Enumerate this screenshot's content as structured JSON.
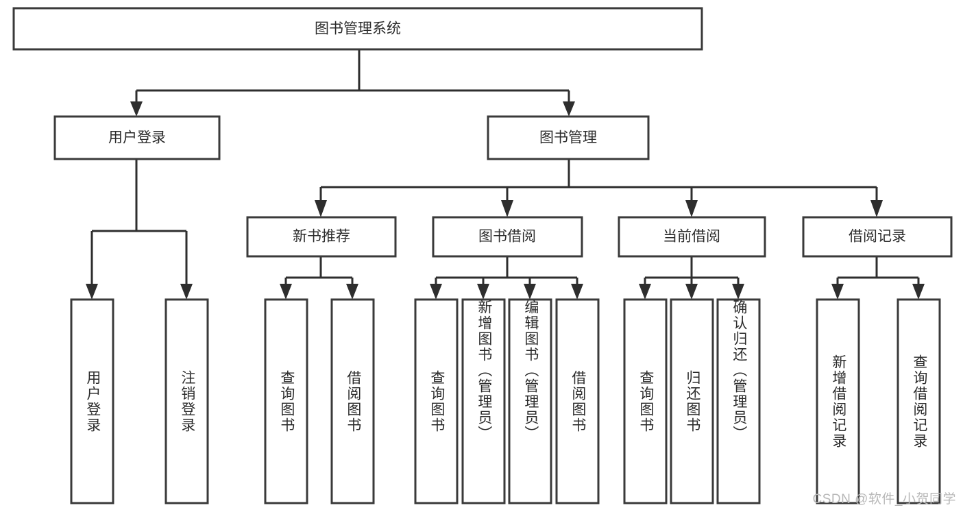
{
  "diagram": {
    "type": "tree-hierarchy",
    "title": "图书管理系统",
    "orientation": "top-down",
    "colors": {
      "box_stroke": "#3a3a3a",
      "box_fill": "#ffffff",
      "connector": "#2e2e2e",
      "text": "#2b2b2b",
      "background": "#ffffff",
      "watermark": "#b8b8b8"
    },
    "root": {
      "label": "图书管理系统",
      "text_direction": "horizontal"
    },
    "level1": [
      {
        "label": "用户登录",
        "text_direction": "horizontal"
      },
      {
        "label": "图书管理",
        "text_direction": "horizontal"
      }
    ],
    "level2": [
      {
        "label": "新书推荐",
        "parent": "图书管理",
        "text_direction": "horizontal"
      },
      {
        "label": "图书借阅",
        "parent": "图书管理",
        "text_direction": "horizontal"
      },
      {
        "label": "当前借阅",
        "parent": "图书管理",
        "text_direction": "horizontal"
      },
      {
        "label": "借阅记录",
        "parent": "图书管理",
        "text_direction": "horizontal"
      }
    ],
    "leaves": [
      {
        "label": "用户登录",
        "parent": "用户登录",
        "text_direction": "vertical"
      },
      {
        "label": "注销登录",
        "parent": "用户登录",
        "text_direction": "vertical"
      },
      {
        "label": "查询图书",
        "parent": "新书推荐",
        "text_direction": "vertical"
      },
      {
        "label": "借阅图书",
        "parent": "新书推荐",
        "text_direction": "vertical"
      },
      {
        "label": "查询图书",
        "parent": "图书借阅",
        "text_direction": "vertical"
      },
      {
        "label": "新增图书（管理员）",
        "parent": "图书借阅",
        "text_direction": "vertical"
      },
      {
        "label": "编辑图书（管理员）",
        "parent": "图书借阅",
        "text_direction": "vertical"
      },
      {
        "label": "借阅图书",
        "parent": "图书借阅",
        "text_direction": "vertical"
      },
      {
        "label": "查询图书",
        "parent": "当前借阅",
        "text_direction": "vertical"
      },
      {
        "label": "归还图书",
        "parent": "当前借阅",
        "text_direction": "vertical"
      },
      {
        "label": "确认归还（管理员）",
        "parent": "当前借阅",
        "text_direction": "vertical"
      },
      {
        "label": "新增借阅记录",
        "parent": "借阅记录",
        "text_direction": "vertical"
      },
      {
        "label": "查询借阅记录",
        "parent": "借阅记录",
        "text_direction": "vertical"
      }
    ]
  },
  "watermark": {
    "text": "CSDN @软件_小贺同学"
  }
}
